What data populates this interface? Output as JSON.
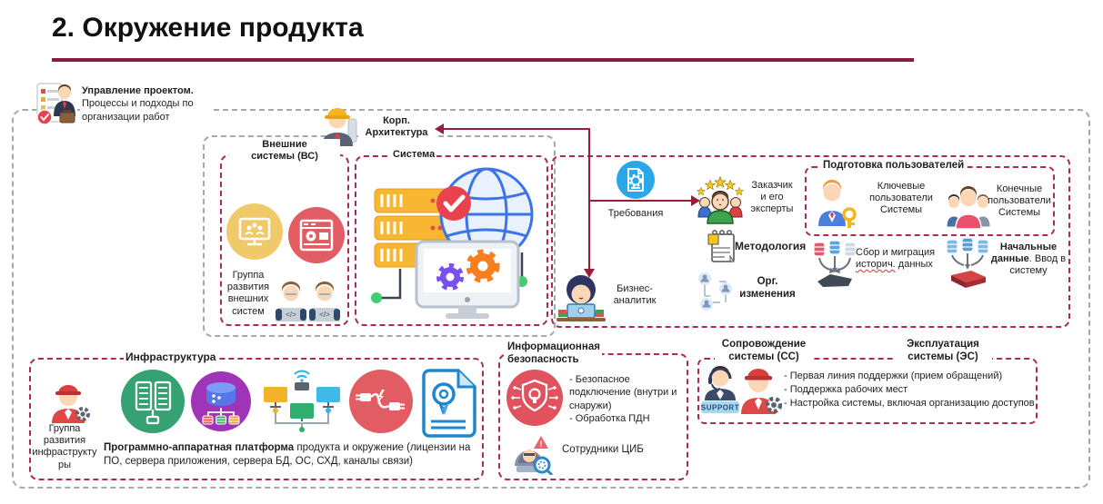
{
  "title": "2. Окружение продукта",
  "project_management": {
    "lead": "Управление проектом.",
    "rest": " Процессы и подходы по организации работ"
  },
  "corp_architecture": {
    "label": "Корп.\nАрхитектура"
  },
  "external_systems": {
    "label": "Внешние\nсистемы (ВС)",
    "team": "Группа\nразвития\nвнешних\nсистем"
  },
  "system": {
    "label": "Система"
  },
  "requirements": {
    "label": "Требования"
  },
  "customer": {
    "label": "Заказчик\nи его\nэксперты"
  },
  "methodology": {
    "label": "Методология"
  },
  "org_changes": {
    "label": "Орг.\nизменения"
  },
  "business_analyst": {
    "label": "Бизнес-\nаналитик"
  },
  "user_preparation": {
    "title": "Подготовка пользователей",
    "key_users": "Ключевые\nпользователи\nСистемы",
    "end_users": "Конечные\nпользователи\nСистемы"
  },
  "data_migration": {
    "line1": "Сбор и миграция",
    "word": "историч.",
    "rest": " данных"
  },
  "initial_data": {
    "lead": "Начальные данные",
    "rest": ". Ввод в систему"
  },
  "infrastructure": {
    "title": "Инфраструктура",
    "team": "Группа\nразвития\nинфраструкту\nры",
    "platform_lead": "Программно-аппаратная платформа",
    "platform_rest": " продукта и окружение (лицензии на ПО, сервера приложения, сервера БД, ОС, СХД, каналы связи)"
  },
  "security": {
    "title": "Информационная\nбезопасность",
    "items": [
      "- Безопасное подключение (внутри и снаружи)",
      "- Обработка ПДН"
    ],
    "team": "Сотрудники ЦИБ"
  },
  "support": {
    "maintenance_label": "Сопровождение\nсистемы (СС)",
    "operation_label": "Эксплуатация\nсистемы (ЭС)",
    "badge": "SUPPORT",
    "items": [
      "- Первая линия поддержки (прием обращений)",
      "- Поддержка рабочих мест",
      "- Настройка системы, включая организацию доступов"
    ]
  },
  "colors": {
    "accent_maroon": "#9b1b3c",
    "underline": "#8a1b3f",
    "dashed_red": "#ad2b4e",
    "dashed_gray": "#a8a8a8",
    "blue_circle": "#2aa7e8",
    "yellow_circle": "#f0c96b",
    "red_circle": "#e25c63",
    "green_circle": "#36a273",
    "purple_circle": "#a034b8"
  }
}
